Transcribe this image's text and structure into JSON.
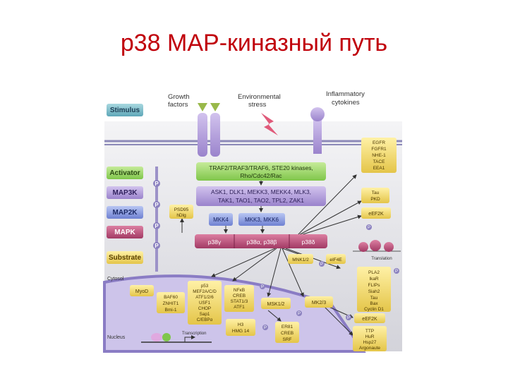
{
  "title": "p38 MAP-киназный путь",
  "stimuli": {
    "growth": [
      "Growth",
      "factors"
    ],
    "environmental": [
      "Environmental",
      "stress"
    ],
    "inflammatory": [
      "Inflammatory",
      "cytokines"
    ]
  },
  "legend": {
    "stimulus": "Stimulus",
    "activator": "Activator",
    "map3k": "MAP3K",
    "map2k": "MAP2K",
    "mapk": "MAPK",
    "substrate": "Substrate",
    "p": "P"
  },
  "activator_box": [
    "TRAF2/TRAF3/TRAF6, STE20 kinases,",
    "Rho/Cdc42/Rac"
  ],
  "map3k_box": [
    "ASK1, DLK1, MEKK3, MEKK4, MLK3,",
    "TAK1, TAO1, TAO2, TPL2, ZAK1"
  ],
  "map2k": {
    "mkk4": "MKK4",
    "mkk36": "MKK3, MKK6"
  },
  "mapk": {
    "gamma": "p38γ",
    "ab": "p38α, p38β",
    "delta": "p38δ"
  },
  "substrates": {
    "psd95": [
      "PSD95",
      "hDlg"
    ],
    "egfr": [
      "EGFR",
      "FGFR1",
      "NHE-1",
      "TACE",
      "EEA1"
    ],
    "tau": [
      "Tau",
      "PKD"
    ],
    "eef2k_top": "eEF2K",
    "mnk": "MNK1/2",
    "eif4e": "eIF4E",
    "translation": "Translation",
    "pla2": [
      "PLA2",
      "IkaR",
      "FLIPs",
      "Siah2",
      "Tau",
      "Bax",
      "Cyclin D1"
    ],
    "myod": "MyoD",
    "baf60": [
      "BAF60",
      "ZNHIT1",
      "Bmi-1"
    ],
    "p53": [
      "p53",
      "MEF2A/C/D",
      "ATF1/2/6",
      "USF1",
      "CHOP",
      "Sap1",
      "C/EBPα"
    ],
    "nfkb": [
      "NFκB",
      "CREB",
      "STAT1/3",
      "ATF1"
    ],
    "msk": "MSK1/2",
    "mk23": "MK2/3",
    "eef2k_bot": "eEF2K",
    "h3": [
      "H3",
      "HMG 14"
    ],
    "er81": [
      "ER81",
      "CREB",
      "SRF"
    ],
    "ttp": [
      "TTP",
      "HuR",
      "Hsp27",
      "Argonaute"
    ]
  },
  "compartments": {
    "cytosol": "Cytosol",
    "nucleus": "Nucleus",
    "transcription": "Transcription"
  }
}
